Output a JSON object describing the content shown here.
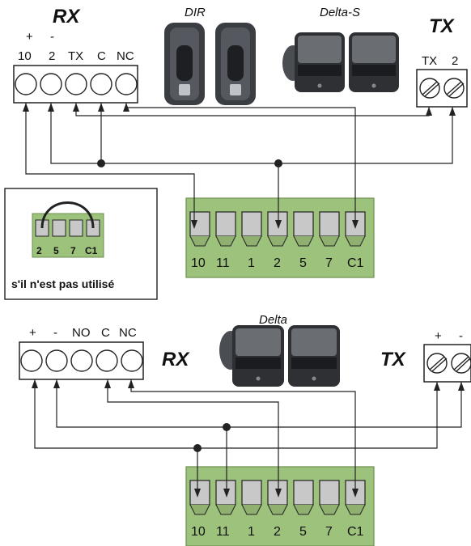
{
  "top": {
    "rx_title": "RX",
    "rx_polarity": [
      "+",
      "-"
    ],
    "rx_terminals": [
      "10",
      "2",
      "TX",
      "C",
      "NC"
    ],
    "dir_label": "DIR",
    "deltas_label": "Delta-S",
    "tx_title": "TX",
    "tx_terminals": [
      "TX",
      "2"
    ],
    "board_terminals": [
      "10",
      "11",
      "1",
      "2",
      "5",
      "7",
      "C1"
    ]
  },
  "inset": {
    "terminals": [
      "2",
      "5",
      "7",
      "C1"
    ],
    "caption": "s'il n'est pas utilisé"
  },
  "bottom": {
    "rx_title": "RX",
    "rx_terminals": [
      "+",
      "-",
      "NO",
      "C",
      "NC"
    ],
    "delta_label": "Delta",
    "tx_title": "TX",
    "tx_polarity": [
      "+",
      "-"
    ],
    "board_terminals": [
      "10",
      "11",
      "1",
      "2",
      "5",
      "7",
      "C1"
    ]
  },
  "colors": {
    "board": "#9dc27c",
    "board_edge": "#6a8f4c",
    "terminal_grey": "#c8c8c8",
    "device_dark": "#3a3d42"
  }
}
